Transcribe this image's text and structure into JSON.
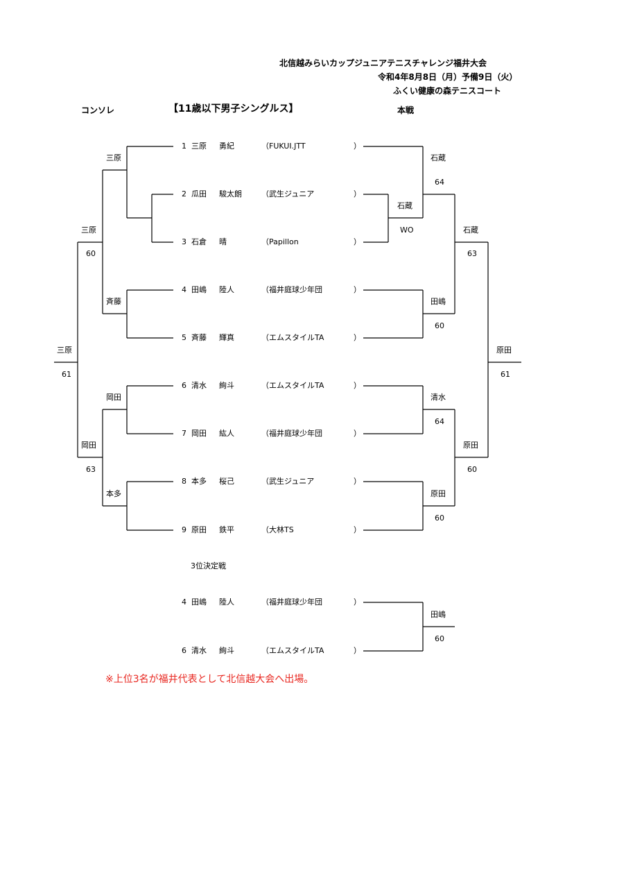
{
  "header": {
    "event": "北信越みらいカップジュニアテニスチャレンジ福井大会",
    "date": "令和4年8月8日（月）予備9日（火）",
    "venue": "ふくい健康の森テニスコート"
  },
  "labels": {
    "consolation": "コンソレ",
    "title": "【11歳以下男子シングルス】",
    "main_draw": "本戦",
    "third_place": "3位決定戦"
  },
  "players": [
    {
      "no": "1",
      "surname": "三原",
      "given": "勇紀",
      "club": "（FUKUI.JTT",
      "close": "）"
    },
    {
      "no": "2",
      "surname": "瓜田",
      "given": "駿太朗",
      "club": "（武生ジュニア",
      "close": "）"
    },
    {
      "no": "3",
      "surname": "石倉",
      "given": "晴",
      "club": "（Papillon",
      "close": "）"
    },
    {
      "no": "4",
      "surname": "田嶋",
      "given": "陸人",
      "club": "（福井庭球少年団",
      "close": "）"
    },
    {
      "no": "5",
      "surname": "斉藤",
      "given": "輝真",
      "club": "（エムスタイルTA",
      "close": "）"
    },
    {
      "no": "6",
      "surname": "清水",
      "given": "絢斗",
      "club": "（エムスタイルTA",
      "close": "）"
    },
    {
      "no": "7",
      "surname": "岡田",
      "given": "紘人",
      "club": "（福井庭球少年団",
      "close": "）"
    },
    {
      "no": "8",
      "surname": "本多",
      "given": "桜己",
      "club": "（武生ジュニア",
      "close": "）"
    },
    {
      "no": "9",
      "surname": "原田",
      "given": "鉄平",
      "club": "（大林TS",
      "close": "）"
    }
  ],
  "third_place_players": [
    {
      "no": "4",
      "surname": "田嶋",
      "given": "陸人",
      "club": "（福井庭球少年団",
      "close": "）"
    },
    {
      "no": "6",
      "surname": "清水",
      "given": "絢斗",
      "club": "（エムスタイルTA",
      "close": "）"
    }
  ],
  "consolation_results": [
    {
      "winner": "三原",
      "score": ""
    },
    {
      "winner": "斉藤",
      "score": ""
    },
    {
      "winner": "岡田",
      "score": ""
    },
    {
      "winner": "本多",
      "score": ""
    },
    {
      "winner": "三原",
      "score": "60"
    },
    {
      "winner": "岡田",
      "score": "63"
    },
    {
      "winner": "三原",
      "score": "61"
    }
  ],
  "main_results": [
    {
      "winner": "石蔵",
      "score": "WO"
    },
    {
      "winner": "石蔵",
      "score": "64"
    },
    {
      "winner": "田嶋",
      "score": "60"
    },
    {
      "winner": "清水",
      "score": "64"
    },
    {
      "winner": "原田",
      "score": "60"
    },
    {
      "winner": "石蔵",
      "score": "63"
    },
    {
      "winner": "原田",
      "score": "60"
    },
    {
      "winner": "原田",
      "score": "61"
    }
  ],
  "third_place_result": {
    "winner": "田嶋",
    "score": "60"
  },
  "footnote": "※上位3名が福井代表として北信越大会へ出場。"
}
